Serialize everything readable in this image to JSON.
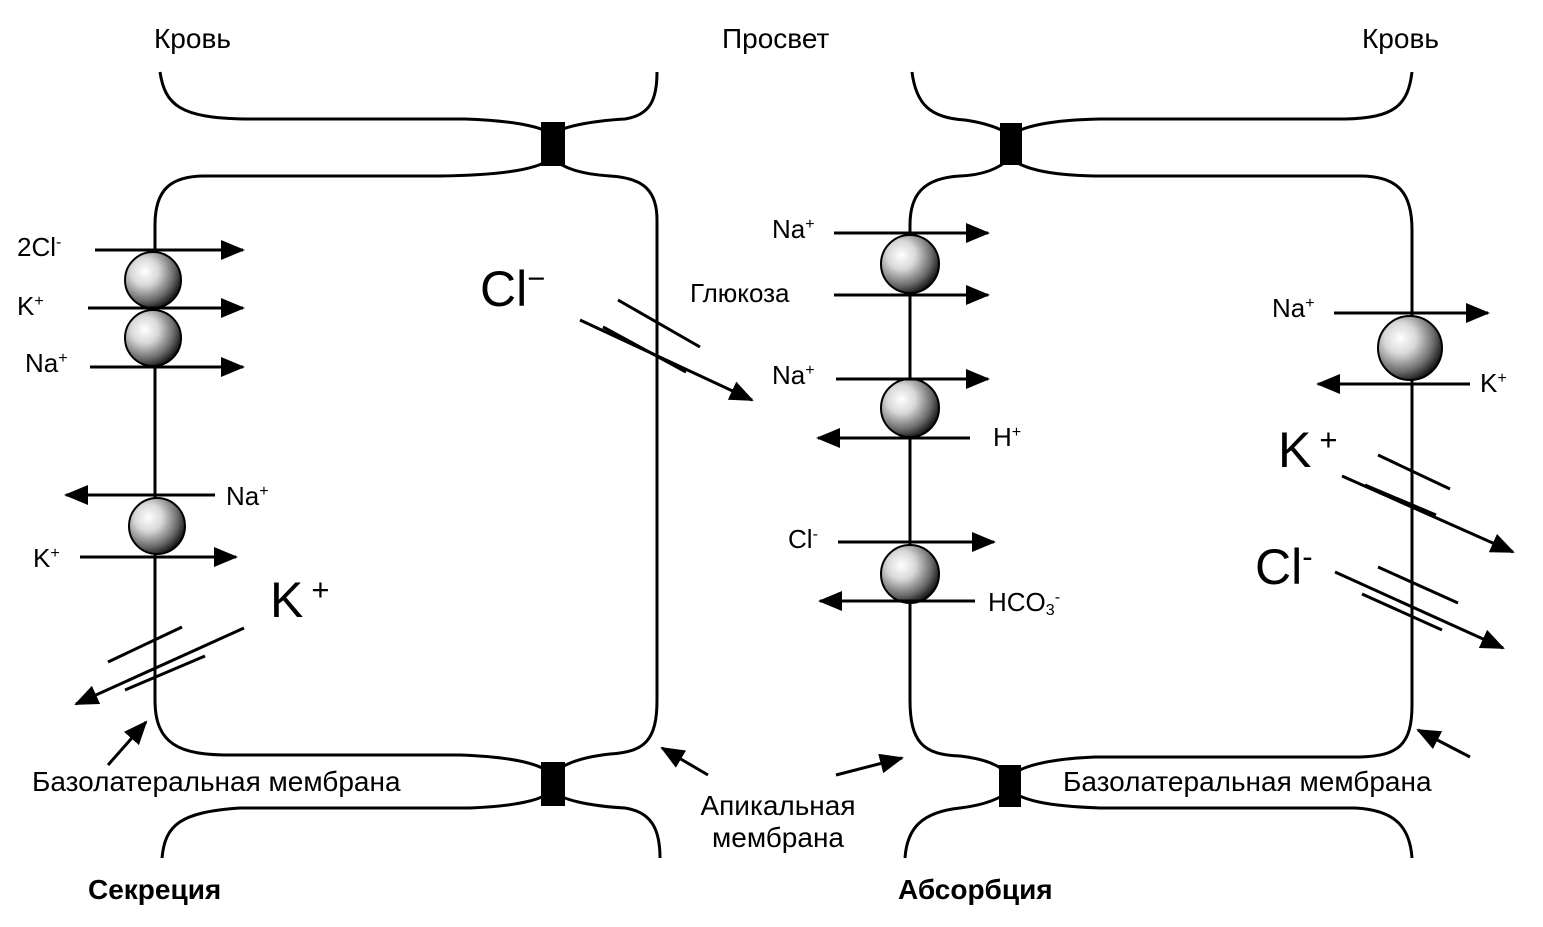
{
  "top": {
    "blood_left": "Кровь",
    "lumen": "Просвет",
    "blood_right": "Кровь"
  },
  "secretion": {
    "title": "Секреция",
    "cotransporter": {
      "ion1": "2Cl",
      "ion1_charge": "-",
      "ion2": "K",
      "ion2_charge": "+",
      "ion3": "Na",
      "ion3_charge": "+"
    },
    "pump": {
      "out": "Na",
      "out_charge": "+",
      "in": "K",
      "in_charge": "+"
    },
    "k_channel": {
      "ion": "K",
      "charge": "+"
    },
    "cl_channel": {
      "ion": "Cl",
      "charge": "−"
    },
    "basolateral_label": "Базолатеральная мембрана"
  },
  "apical_label": {
    "line1": "Апикальная",
    "line2": "мембрана"
  },
  "absorption": {
    "title": "Абсорбция",
    "sglt": {
      "ion": "Na",
      "charge": "+",
      "solute": "Глюкоза"
    },
    "nhe": {
      "ion": "Na",
      "charge": "+",
      "counter": "H",
      "counter_charge": "+"
    },
    "ae": {
      "ion": "Cl",
      "charge": "-",
      "counter": "HCO",
      "counter_sub": "3",
      "counter_charge": "-"
    },
    "pump": {
      "out": "Na",
      "out_charge": "+",
      "in": "K",
      "in_charge": "+"
    },
    "k_channel": {
      "ion": "K",
      "charge": "+"
    },
    "cl_channel": {
      "ion": "Cl",
      "charge": "-"
    },
    "basolateral_label": "Базолатеральная мембрана"
  }
}
